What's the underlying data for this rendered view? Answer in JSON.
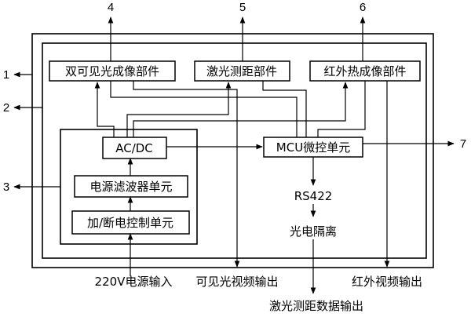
{
  "blocks": {
    "visible_imaging": "双可见光成像部件",
    "laser_ranging": "激光测距部件",
    "infrared_imaging": "红外热成像部件",
    "acdc": "AC/DC",
    "mcu": "MCU微控单元",
    "power_filter": "电源滤波器单元",
    "power_switch": "加/断电控制单元"
  },
  "texts": {
    "rs422": "RS422",
    "opto_isolation": "光电隔离",
    "power_input": "220V电源输入",
    "visible_video_out": "可见光视频输出",
    "ir_video_out": "红外视频输出",
    "laser_data_out": "激光测距数据输出"
  },
  "callouts": {
    "n1": "1",
    "n2": "2",
    "n3": "3",
    "n4": "4",
    "n5": "5",
    "n6": "6",
    "n7": "7"
  }
}
